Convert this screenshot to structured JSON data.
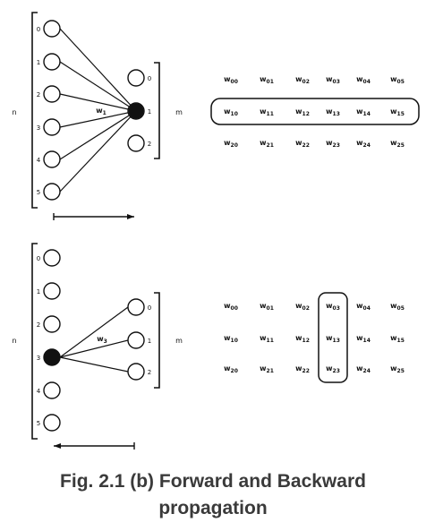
{
  "top_panel": {
    "input_labels": [
      "0",
      "1",
      "2",
      "3",
      "4",
      "5"
    ],
    "output_labels": [
      "0",
      "1",
      "2"
    ],
    "left_side_label": "n",
    "right_side_label": "m",
    "edge_label": "w1",
    "arrow_direction": "forward",
    "weights": [
      [
        "w00",
        "w01",
        "w02",
        "w03",
        "w04",
        "w05"
      ],
      [
        "w10",
        "w11",
        "w12",
        "w13",
        "w14",
        "w15"
      ],
      [
        "w20",
        "w21",
        "w22",
        "w23",
        "w24",
        "w25"
      ]
    ],
    "highlight": "row 1"
  },
  "bottom_panel": {
    "input_labels": [
      "0",
      "1",
      "2",
      "3",
      "4",
      "5"
    ],
    "output_labels": [
      "0",
      "1",
      "2"
    ],
    "left_side_label": "n",
    "right_side_label": "m",
    "edge_label": "w3",
    "arrow_direction": "backward",
    "weights": [
      [
        "w00",
        "w01",
        "w02",
        "w03",
        "w04",
        "w05"
      ],
      [
        "w10",
        "w11",
        "w12",
        "w13",
        "w14",
        "w15"
      ],
      [
        "w20",
        "w21",
        "w22",
        "w23",
        "w24",
        "w25"
      ]
    ],
    "highlight": "column 3"
  },
  "caption": {
    "line1": "Fig. 2.1 (b)  Forward and Backward",
    "line2": "propagation"
  },
  "colors": {
    "ink": "#111111",
    "caption": "#3a3a3a"
  }
}
